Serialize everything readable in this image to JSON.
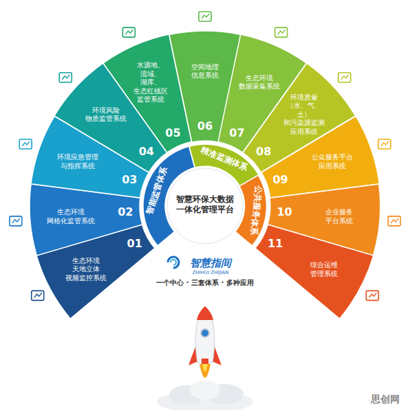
{
  "diagram": {
    "nodes": [
      {
        "text": [
          "01",
          "生态环境 天地立体 视频监控系统"
        ]
      },
      {
        "text": [
          "02",
          "生态环境 网格化监管系统"
        ]
      },
      {
        "text": [
          "03",
          "环境应急管理 与指挥系统"
        ]
      },
      {
        "text": [
          "04",
          "环境风险 物质监管系统"
        ]
      },
      {
        "text": [
          "05",
          "水源地、 流域、湖库、 生态红线区 监管系统"
        ]
      },
      {
        "text": [
          "06",
          "空间地理 信息系统"
        ]
      },
      {
        "text": [
          "07",
          "生态环境 数据采集系统"
        ]
      },
      {
        "text": [
          "08",
          "环境质量 （水、气、土） 和污染源监测 应用系统"
        ]
      },
      {
        "text": [
          "09",
          "公众服务平台 应用系统"
        ]
      },
      {
        "text": [
          "10",
          "企业服务 平台系统"
        ]
      },
      {
        "text": [
          "11",
          "综合运维 管理系统"
        ]
      },
      {
        "text": [
          "智能监管体系"
        ]
      },
      {
        "text": [
          "精准监测体系"
        ]
      },
      {
        "text": [
          "公共服务体系"
        ]
      },
      {
        "text": [
          "智慧环保大数据 一体化管理平台"
        ]
      }
    ],
    "labels": [
      "智慧指间",
      "ZHIHUI ZHIJIAN",
      "一个中心 · 三套体系 · 多种应用",
      "思创网"
    ]
  }
}
